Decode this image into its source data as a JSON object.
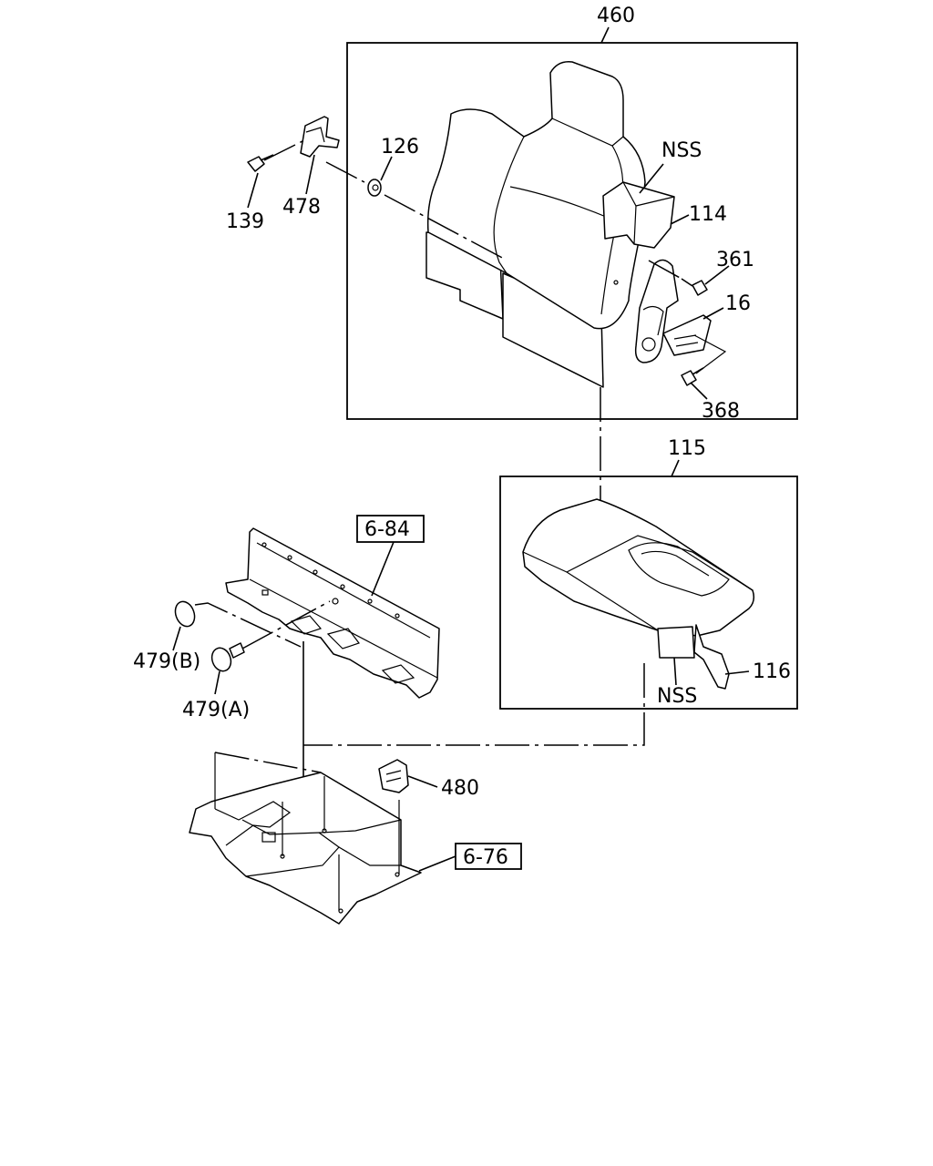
{
  "labels": {
    "l460": "460",
    "l126": "126",
    "l139": "139",
    "l478": "478",
    "lNSS1": "NSS",
    "l114": "114",
    "l361": "361",
    "l16": "16",
    "l368": "368",
    "l115": "115",
    "l684": "6-84",
    "l479b": "479(B)",
    "l479a": "479(A)",
    "l116": "116",
    "lNSS2": "NSS",
    "l480": "480",
    "l676": "6-76"
  }
}
